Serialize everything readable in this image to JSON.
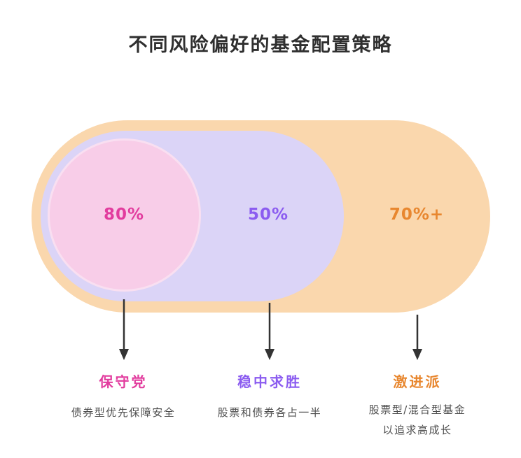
{
  "title": "不同风险偏好的基金配置策略",
  "diagram": {
    "type": "nested-capsules",
    "rings": [
      {
        "name": "conservative-circle",
        "fill": "#F8CDE8"
      },
      {
        "name": "balanced-capsule",
        "fill": "#DBD4F7"
      },
      {
        "name": "aggressive-capsule",
        "fill": "#FAD7AD"
      }
    ]
  },
  "colors": {
    "title_text": "#2f2f2f",
    "pink_accent": "#E23C9E",
    "purple_accent": "#8B5CF0",
    "orange_accent": "#E8872F",
    "description_text": "#4d4d4d",
    "arrow": "#333333"
  },
  "segments": [
    {
      "percent": "80%",
      "label": "保守党",
      "description": "债券型优先保障安全",
      "accent": "#E23C9E"
    },
    {
      "percent": "50%",
      "label": "稳中求胜",
      "description": "股票和债券各占一半",
      "accent": "#8B5CF0"
    },
    {
      "percent": "70%+",
      "label": "激进派",
      "description": "股票型/混合型基金\n以追求高成长",
      "accent": "#E8872F"
    }
  ]
}
